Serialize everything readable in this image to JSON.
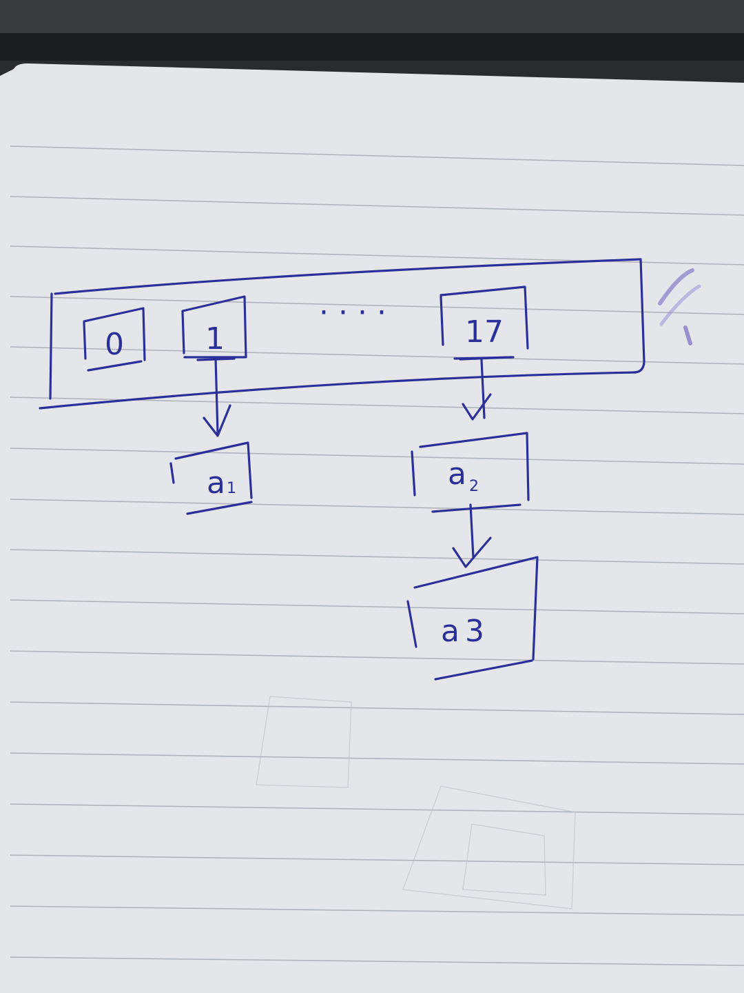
{
  "diagram": {
    "array_cells": [
      {
        "label": "0"
      },
      {
        "label": "1"
      },
      {
        "label": "17"
      }
    ],
    "ellipsis": "· · · ·",
    "nodes": [
      {
        "label": "a",
        "sub": "1"
      },
      {
        "label": "a",
        "sub": "2"
      },
      {
        "label": "a",
        "sub": "3"
      }
    ]
  },
  "colors": {
    "ink": "#2b2f9a",
    "paper": "#e6e8eb",
    "desk": "#2a2b2e",
    "rule": "#9ea3ab"
  }
}
